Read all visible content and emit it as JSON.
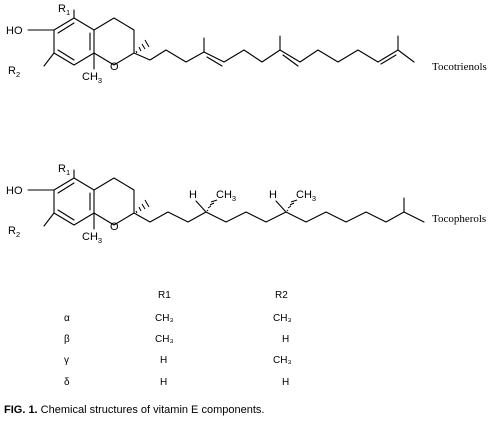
{
  "structures": [
    {
      "name": "Tocotrienols",
      "labels": {
        "r1": "R",
        "r1_sub": "1",
        "r2": "R",
        "r2_sub": "2",
        "ho": "HO",
        "o": "O",
        "ch3": "CH",
        "ch3_sub": "3"
      }
    },
    {
      "name": "Tocopherols",
      "labels": {
        "r1": "R",
        "r1_sub": "1",
        "r2": "R",
        "r2_sub": "2",
        "ho": "HO",
        "o": "O",
        "ch3": "CH",
        "ch3_sub": "3"
      },
      "stereo_labels": [
        {
          "h": "H",
          "ch3": "CH",
          "ch3_sub": "3"
        },
        {
          "h": "H",
          "ch3": "CH",
          "ch3_sub": "3"
        }
      ]
    }
  ],
  "table": {
    "headers": [
      "R1",
      "R2"
    ],
    "rows": [
      {
        "form": "α",
        "r1": "CH₃",
        "r2": "CH₃"
      },
      {
        "form": "β",
        "r1": "CH₃",
        "r2": "H"
      },
      {
        "form": "γ",
        "r1": "H",
        "r2": "CH₃"
      },
      {
        "form": "δ",
        "r1": "H",
        "r2": "H"
      }
    ]
  },
  "caption": {
    "prefix": "FIG. 1.",
    "text": " Chemical structures of vitamin E components."
  }
}
